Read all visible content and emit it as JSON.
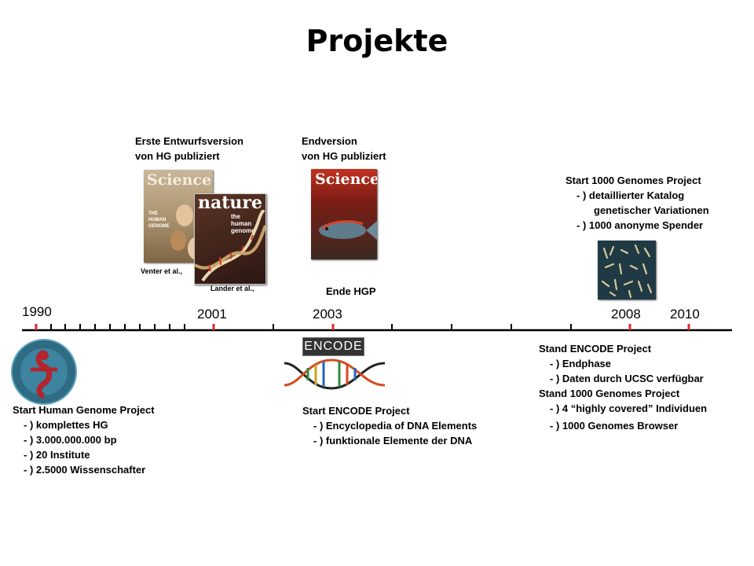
{
  "title": "Projekte",
  "years": [
    {
      "label": "1990"
    },
    {
      "label": "2001"
    },
    {
      "label": "2003"
    },
    {
      "label": "2008"
    },
    {
      "label": "2010"
    }
  ],
  "events": {
    "hgp_draft": {
      "lines": [
        "Erste Entwurfsversion",
        "von HG publiziert"
      ]
    },
    "hgp_final": {
      "lines": [
        "Endversion",
        "von HG publiziert"
      ]
    },
    "genomes_start": {
      "lines": [
        "Start 1000 Genomes Project",
        "- ) detaillierter Katalog",
        "genetischer Variationen",
        "- ) 1000 anonyme Spender"
      ]
    },
    "hgp_end": "Ende HGP",
    "hgp_start": {
      "lines": [
        "Start Human Genome Project",
        "- ) komplettes HG",
        "- ) 3.000.000.000 bp",
        "- ) 20 Institute",
        "- ) 2.5000 Wissenschafter"
      ]
    },
    "encode_start": {
      "lines": [
        "Start ENCODE Project",
        "- ) Encyclopedia of DNA Elements",
        "- ) funktionale Elemente der DNA"
      ]
    },
    "status": {
      "lines": [
        "Stand ENCODE Project",
        "- ) Endphase",
        "- ) Daten durch UCSC verfügbar",
        "Stand 1000 Genomes Project",
        "- ) 4 “highly covered” Individuen",
        "- ) 1000 Genomes Browser"
      ]
    }
  },
  "covers": {
    "science1_mast": "Science",
    "science1_sub": "THE HUMAN GENOME",
    "nature_mast": "nature",
    "nature_sub": "the human genome",
    "science2_mast": "Science",
    "venter_credit": "Venter et al.,",
    "lander_credit": "Lander et al.,",
    "encode_logo": "ENCODE"
  },
  "colors": {
    "tick_major": "#e0292a",
    "axis": "#000000",
    "science_red": "#b5251f",
    "nature_bg": "#3a1f1a",
    "encode_logo_bg": "#333333"
  }
}
